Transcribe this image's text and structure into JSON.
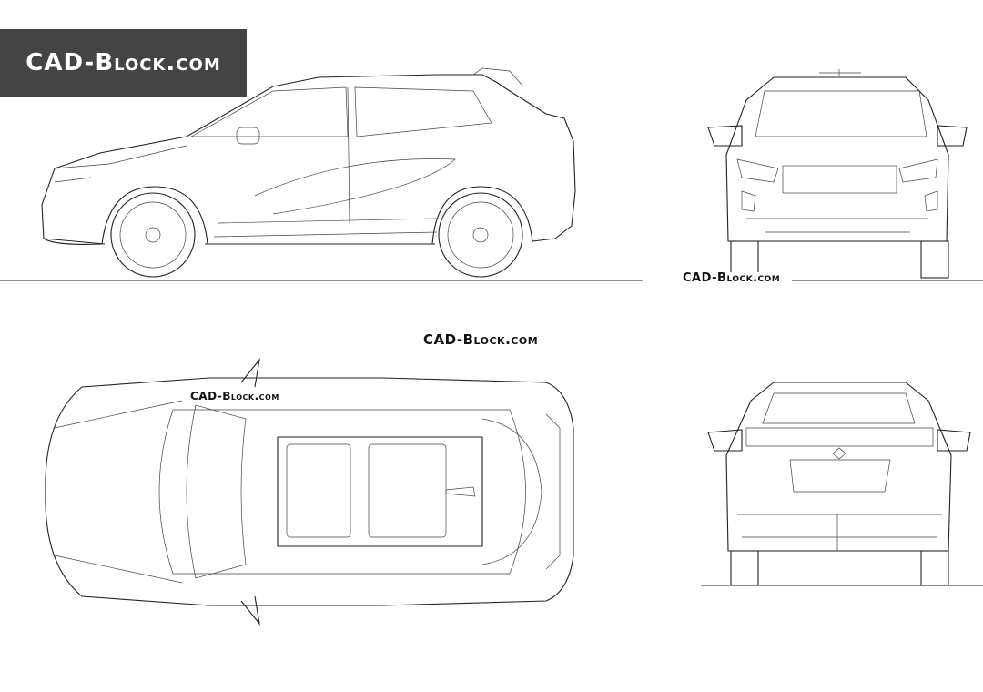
{
  "logo": {
    "text": "CAD-Block.com"
  },
  "watermarks": [
    "CAD-Block.com",
    "CAD-Block.com",
    "CAD-Block.com"
  ],
  "views": [
    "side-view",
    "front-view",
    "top-view",
    "rear-view"
  ],
  "colors": {
    "logo_background": "#444444",
    "line": "#222222",
    "background": "#ffffff"
  }
}
